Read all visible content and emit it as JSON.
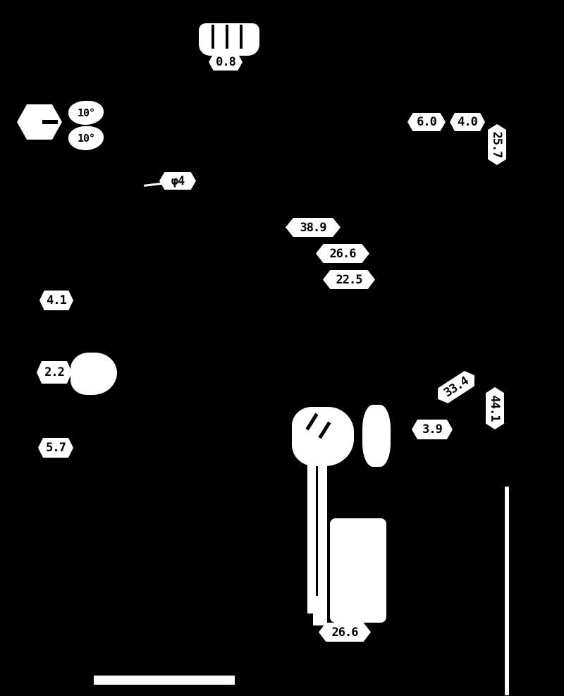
{
  "drawing": {
    "background_color": "#000000",
    "callout_color": "#ffffff",
    "text_color": "#000000",
    "labels": {
      "top_section": "0.8",
      "angle_upper": "10°",
      "angle_lower": "10°",
      "diameter": "φ4",
      "dim_6_0": "6.0",
      "dim_4_0": "4.0",
      "dim_25_7": "25.7",
      "dim_38_9": "38.9",
      "dim_26_6_mid": "26.6",
      "dim_22_5": "22.5",
      "dim_4_1": "4.1",
      "dim_2_2": "2.2",
      "dim_5_7": "5.7",
      "dim_33_4": "33.4",
      "dim_44_1": "44.1",
      "dim_3_9": "3.9",
      "dim_26_6_bottom": "26.6"
    }
  }
}
